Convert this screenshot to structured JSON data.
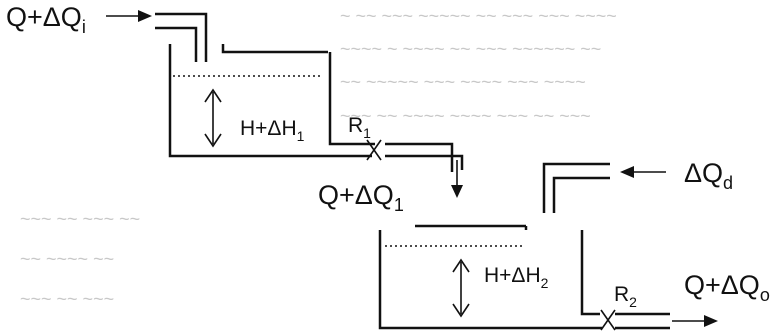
{
  "labels": {
    "inflow_top": "Q+ΔQ",
    "inflow_top_sub": "i",
    "height_1": "H+ΔH",
    "height_1_sub": "1",
    "valve_1": "R",
    "valve_1_sub": "1",
    "flow_between": "Q+ΔQ",
    "flow_between_sub": "1",
    "disturbance": "ΔQ",
    "disturbance_sub": "d",
    "height_2": "H+ΔH",
    "height_2_sub": "2",
    "valve_2": "R",
    "valve_2_sub": "2",
    "outflow": "Q+ΔQ",
    "outflow_sub": "o"
  },
  "colors": {
    "line": "#111111",
    "background_text": "#c8c8c8"
  }
}
